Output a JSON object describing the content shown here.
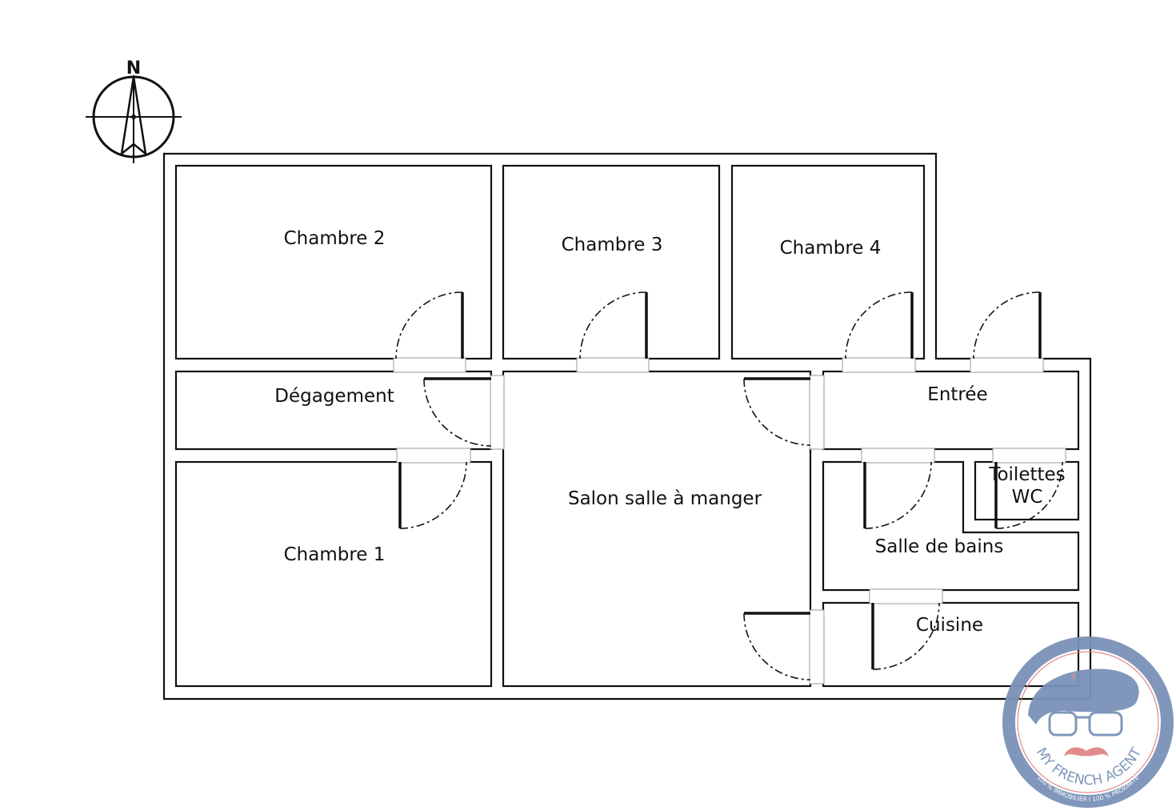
{
  "compass": {
    "label": "N"
  },
  "rooms": {
    "chambre2": "Chambre 2",
    "chambre3": "Chambre 3",
    "chambre4": "Chambre 4",
    "degagement": "Dégagement",
    "entree": "Entrée",
    "chambre1": "Chambre 1",
    "salon": "Salon salle à manger",
    "toilettes": "Toilettes",
    "wc": "WC",
    "salle_de_bains": "Salle de bains",
    "cuisine": "Cuisine"
  },
  "logo": {
    "name": "MY FRENCH AGENT",
    "tagline": "100 % IMMOBILIER I 100 % PROXIMITÉ",
    "colors": {
      "primary": "#7a92b8",
      "accent": "#e08585"
    }
  }
}
